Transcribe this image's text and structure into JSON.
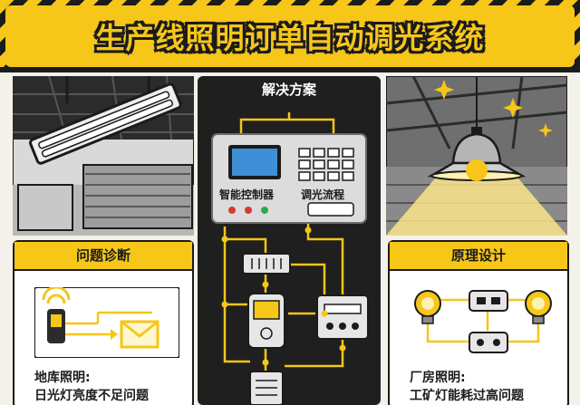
{
  "title": "生产线照明订单自动调光系统",
  "center": {
    "heading": "解决方案",
    "controller_label": "智能控制器",
    "flow_label": "调光流程"
  },
  "left": {
    "heading": "问题诊断",
    "caption_line1": "地库照明:",
    "caption_line2": "日光灯亮度不足问题"
  },
  "right": {
    "heading": "原理设计",
    "caption_line1": "厂房照明:",
    "caption_line2": "工矿灯能耗过高问题"
  },
  "colors": {
    "accent": "#f6c619",
    "dark": "#1b1b1b"
  }
}
